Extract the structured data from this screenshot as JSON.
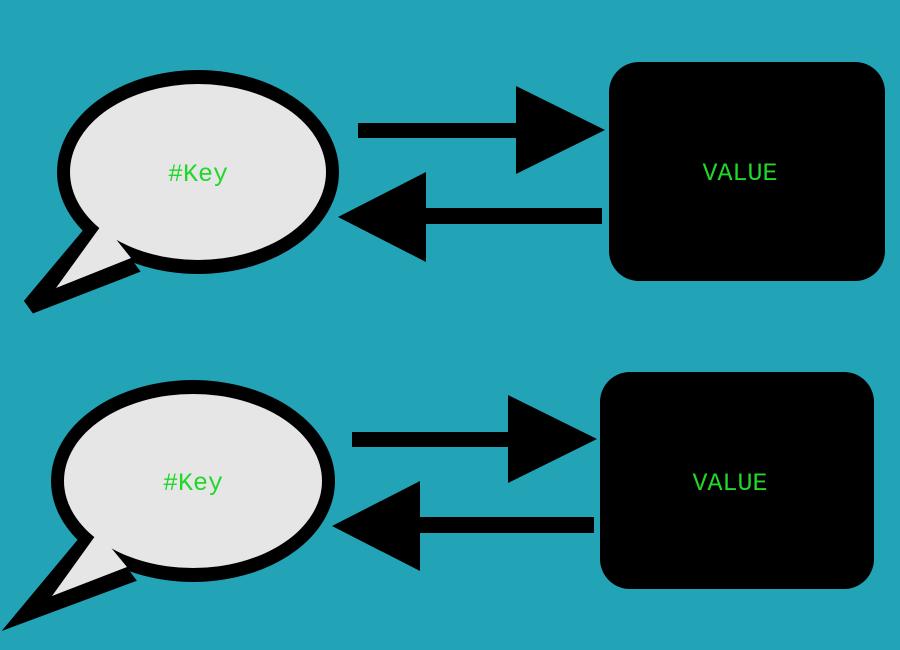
{
  "colors": {
    "background": "#22A3B6",
    "bubble_fill": "#E6E6E6",
    "outline": "#000000",
    "key_text": "#22D62A",
    "value_text": "#22D62A",
    "value_box": "#000000"
  },
  "pairs": [
    {
      "key_label": "#Key",
      "value_label": "VALUE"
    },
    {
      "key_label": "#Key",
      "value_label": "VALUE"
    }
  ]
}
